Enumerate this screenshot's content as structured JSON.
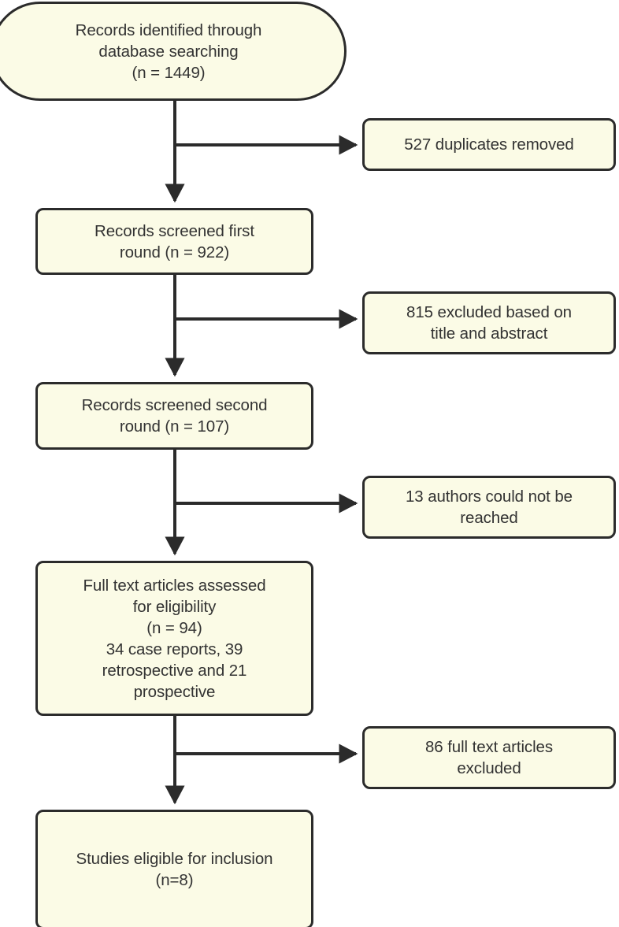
{
  "diagram": {
    "title": "PRISMA study selection flow diagram",
    "type": "flowchart",
    "colors": {
      "node_fill": "#fbfbe6",
      "node_stroke": "#2b2b2b",
      "text": "#333333",
      "connector": "#2b2b2b",
      "background": "#ffffff"
    },
    "nodes": {
      "identified": {
        "id": "identified",
        "shape": "stadium",
        "text": "Records identified through\ndatabase searching\n(n = 1449)",
        "n": 1449
      },
      "duplicates": {
        "id": "duplicates",
        "shape": "rounded-rect",
        "text": "527 duplicates removed",
        "n": 527
      },
      "screened_first": {
        "id": "screened_first",
        "shape": "rounded-rect",
        "text": "Records screened first\nround (n = 922)",
        "n": 922
      },
      "excluded_title_abstract": {
        "id": "excluded_title_abstract",
        "shape": "rounded-rect",
        "text": "815 excluded based on\ntitle and abstract",
        "n": 815
      },
      "screened_second": {
        "id": "screened_second",
        "shape": "rounded-rect",
        "text": "Records screened second\nround (n = 107)",
        "n": 107
      },
      "authors_unreached": {
        "id": "authors_unreached",
        "shape": "rounded-rect",
        "text": "13 authors could not be\nreached",
        "n": 13
      },
      "fulltext_assessed": {
        "id": "fulltext_assessed",
        "shape": "rounded-rect",
        "text": "Full text articles assessed\nfor eligibility\n(n = 94)\n34 case reports, 39\nretrospective and 21\nprospective",
        "n": 94,
        "breakdown": {
          "case_reports": 34,
          "retrospective": 39,
          "prospective": 21
        }
      },
      "fulltext_excluded": {
        "id": "fulltext_excluded",
        "shape": "rounded-rect",
        "text": "86 full text articles\nexcluded",
        "n": 86
      },
      "eligible": {
        "id": "eligible",
        "shape": "rounded-rect",
        "text": "Studies eligible for inclusion\n(n=8)",
        "n": 8
      }
    },
    "edges": [
      {
        "from": "identified",
        "to": "screened_first",
        "kind": "vertical-arrow"
      },
      {
        "from": "identified",
        "to": "duplicates",
        "kind": "branch-right-arrow"
      },
      {
        "from": "screened_first",
        "to": "screened_second",
        "kind": "vertical-arrow"
      },
      {
        "from": "screened_first",
        "to": "excluded_title_abstract",
        "kind": "branch-right-arrow"
      },
      {
        "from": "screened_second",
        "to": "fulltext_assessed",
        "kind": "vertical-arrow"
      },
      {
        "from": "screened_second",
        "to": "authors_unreached",
        "kind": "branch-right-arrow"
      },
      {
        "from": "fulltext_assessed",
        "to": "eligible",
        "kind": "vertical-arrow"
      },
      {
        "from": "fulltext_assessed",
        "to": "fulltext_excluded",
        "kind": "branch-right-arrow"
      }
    ]
  }
}
